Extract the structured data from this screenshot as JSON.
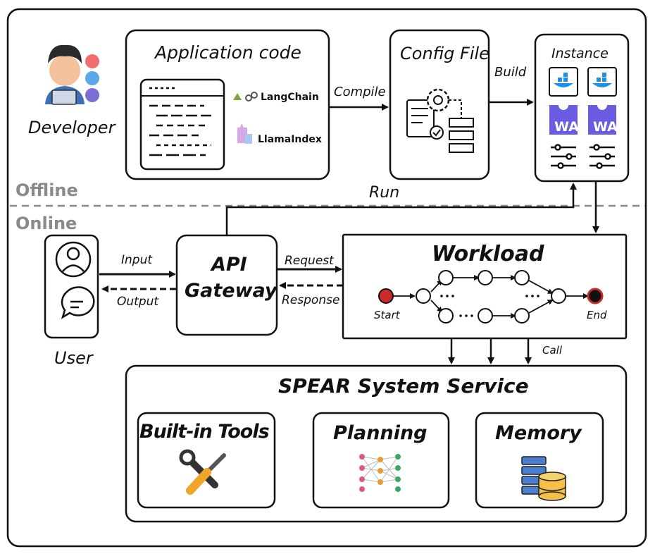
{
  "developer": {
    "label": "Developer"
  },
  "app_code": {
    "title": "Application code",
    "langchain": "LangChain",
    "llamaindex": "LlamaIndex"
  },
  "compile_label": "Compile",
  "config": {
    "title": "Config File"
  },
  "build_label": "Build",
  "instance": {
    "title": "Instance",
    "wa_label": "WA"
  },
  "offline_label": "Offline",
  "online_label": "Online",
  "run_label": "Run",
  "user": {
    "label": "User"
  },
  "input_label": "Input",
  "output_label": "Output",
  "gateway": {
    "title_line1": "API",
    "title_line2": "Gateway"
  },
  "request_label": "Request",
  "response_label": "Response",
  "workload": {
    "title": "Workload",
    "start": "Start",
    "end": "End"
  },
  "call_label": "Call",
  "spear": {
    "title": "SPEAR System Service"
  },
  "tools": {
    "title": "Built-in Tools"
  },
  "planning": {
    "title": "Planning"
  },
  "memory": {
    "title": "Memory"
  }
}
